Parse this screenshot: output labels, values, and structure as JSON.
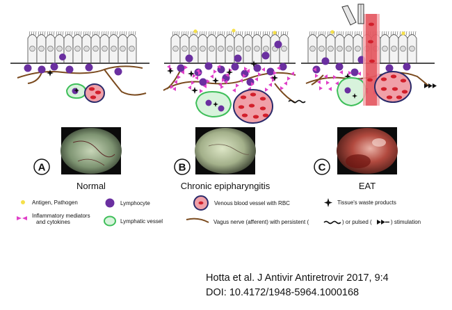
{
  "panels": [
    {
      "letter": "A",
      "label": "Normal"
    },
    {
      "letter": "B",
      "label": "Chronic epipharyngitis"
    },
    {
      "letter": "C",
      "label": "EAT"
    }
  ],
  "legend": {
    "antigen": "Antigen, Pathogen",
    "mediators_line1": "Inflammatory mediators",
    "mediators_line2": "and cytokines",
    "lymphocyte": "Lymphocyte",
    "lymphatic": "Lymphatic vessel",
    "venous": "Venous blood vessel with RBC",
    "waste": "Tissue's waste products",
    "vagus_part1": "Vagus nerve (afferent) with persistent  (",
    "vagus_part2": ") or pulsed (",
    "vagus_part3": ") stimulation"
  },
  "citation": {
    "line1": "Hotta et al. J Antivir Antiretrovir 2017, 9:4",
    "line2": "DOI: 10.4172/1948-5964.1000168"
  },
  "colors": {
    "lymphocyte": "#6a2fa0",
    "antigen": "#f5e04a",
    "mediator": "#e040c8",
    "rbc": "#d21f2b",
    "vessel_fill": "#f0a0a8",
    "vessel_border": "#2a2a6a",
    "lymphatic_border": "#3fbf5a",
    "lymphatic_fill": "#d8f3dc",
    "nerve": "#7a4a1e",
    "cell_border": "#444444"
  },
  "icons": [
    "cell-nucleus-icon",
    "star-waste-icon",
    "triangle-mediator-icon",
    "swab-tool-icon"
  ]
}
